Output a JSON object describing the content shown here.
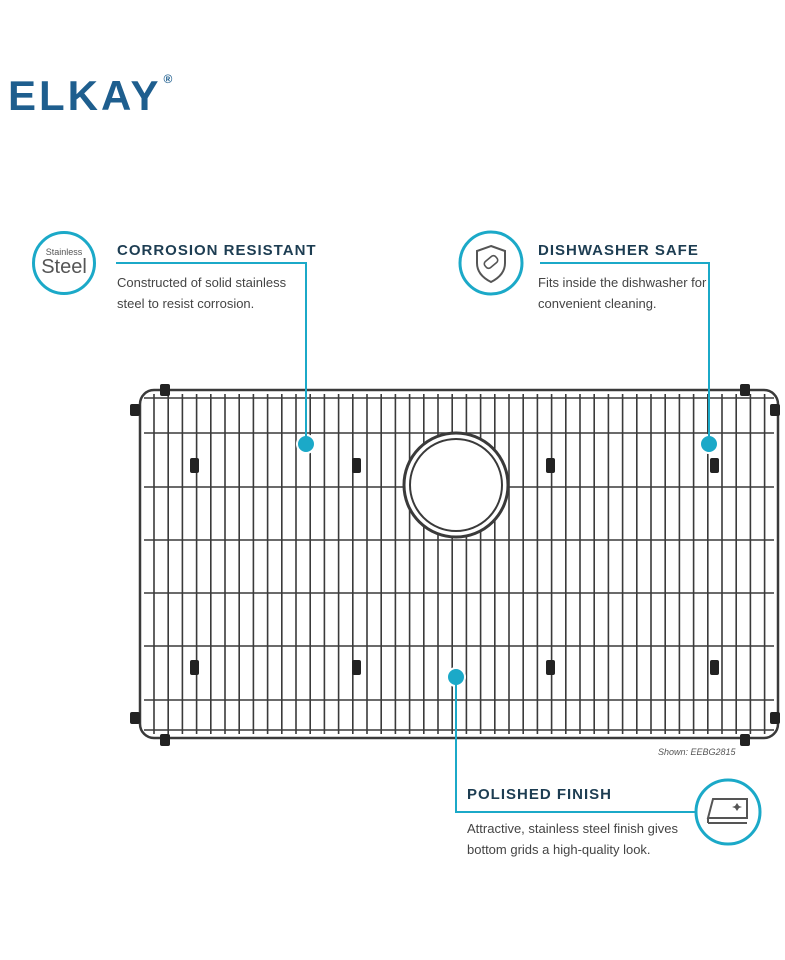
{
  "brand": {
    "logo_text": "ELKAY",
    "registered_mark": "®"
  },
  "features": [
    {
      "title": "CORROSION RESISTANT",
      "description": "Constructed of solid stainless steel to resist corrosion.",
      "badge_line1": "Stainless",
      "badge_line2": "Steel",
      "icon": "stainless-steel-badge-icon"
    },
    {
      "title": "DISHWASHER SAFE",
      "description": "Fits inside the dishwasher for convenient cleaning.",
      "icon": "shield-sponge-icon"
    },
    {
      "title": "POLISHED FINISH",
      "description": "Attractive, stainless steel finish gives bottom grids a high-quality look.",
      "icon": "polished-surface-sparkle-icon"
    }
  ],
  "product": {
    "shown_label": "Shown: EEBG2815",
    "illustration": "sink-bottom-grid"
  },
  "colors": {
    "accent": "#1ba9c8",
    "brand": "#1e5e8e",
    "heading": "#1d3d52",
    "wire": "#3a3a3a"
  }
}
